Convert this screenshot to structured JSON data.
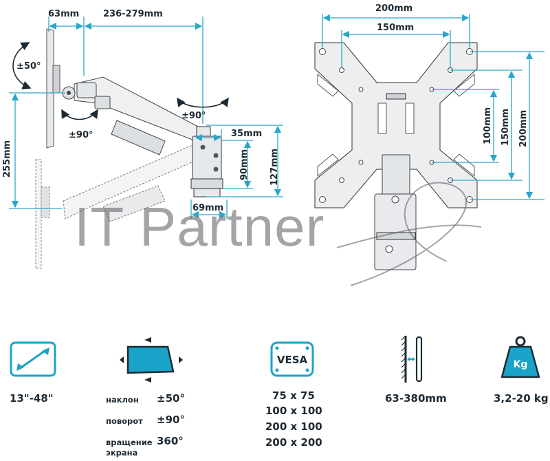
{
  "colors": {
    "dimension_line": "#2aa7c9",
    "icon_accent": "#1aa3c8",
    "text": "#1d2a33",
    "watermark": "#5a5a5f"
  },
  "watermark": "IT Partner",
  "side_view": {
    "offset_label": "63mm",
    "reach_label": "236-279mm",
    "tilt_label": "±50°",
    "swivel_arm_label": "±90°",
    "swivel_head_label": "±90°",
    "height_label": "255mm",
    "clamp_width_label": "35mm",
    "clamp_height_inner_label": "90mm",
    "clamp_height_outer_label": "127mm",
    "clamp_base_label": "69mm"
  },
  "front_view": {
    "vesa_width_outer": "200mm",
    "vesa_width_inner": "150mm",
    "vesa_height_100": "100mm",
    "vesa_height_150": "150mm",
    "vesa_height_200": "200mm"
  },
  "features": {
    "screen_size": {
      "icon": "diagonal-arrow-icon",
      "value": "13\"-48\""
    },
    "motion": {
      "icon": "screen-rotate-icon",
      "rows": [
        {
          "label": "наклон",
          "value": "±50°"
        },
        {
          "label": "поворот",
          "value": "±90°"
        },
        {
          "label": "вращение экрана",
          "value": "360°"
        }
      ]
    },
    "vesa": {
      "icon": "vesa-icon",
      "icon_text": "VESA",
      "sizes": [
        "75 x 75",
        "100 x 100",
        "200 x 100",
        "200 x 200"
      ]
    },
    "distance": {
      "icon": "wall-distance-icon",
      "value": "63-380mm"
    },
    "weight": {
      "icon": "kg-weight-icon",
      "icon_text": "Kg",
      "value": "3,2-20 kg"
    }
  }
}
